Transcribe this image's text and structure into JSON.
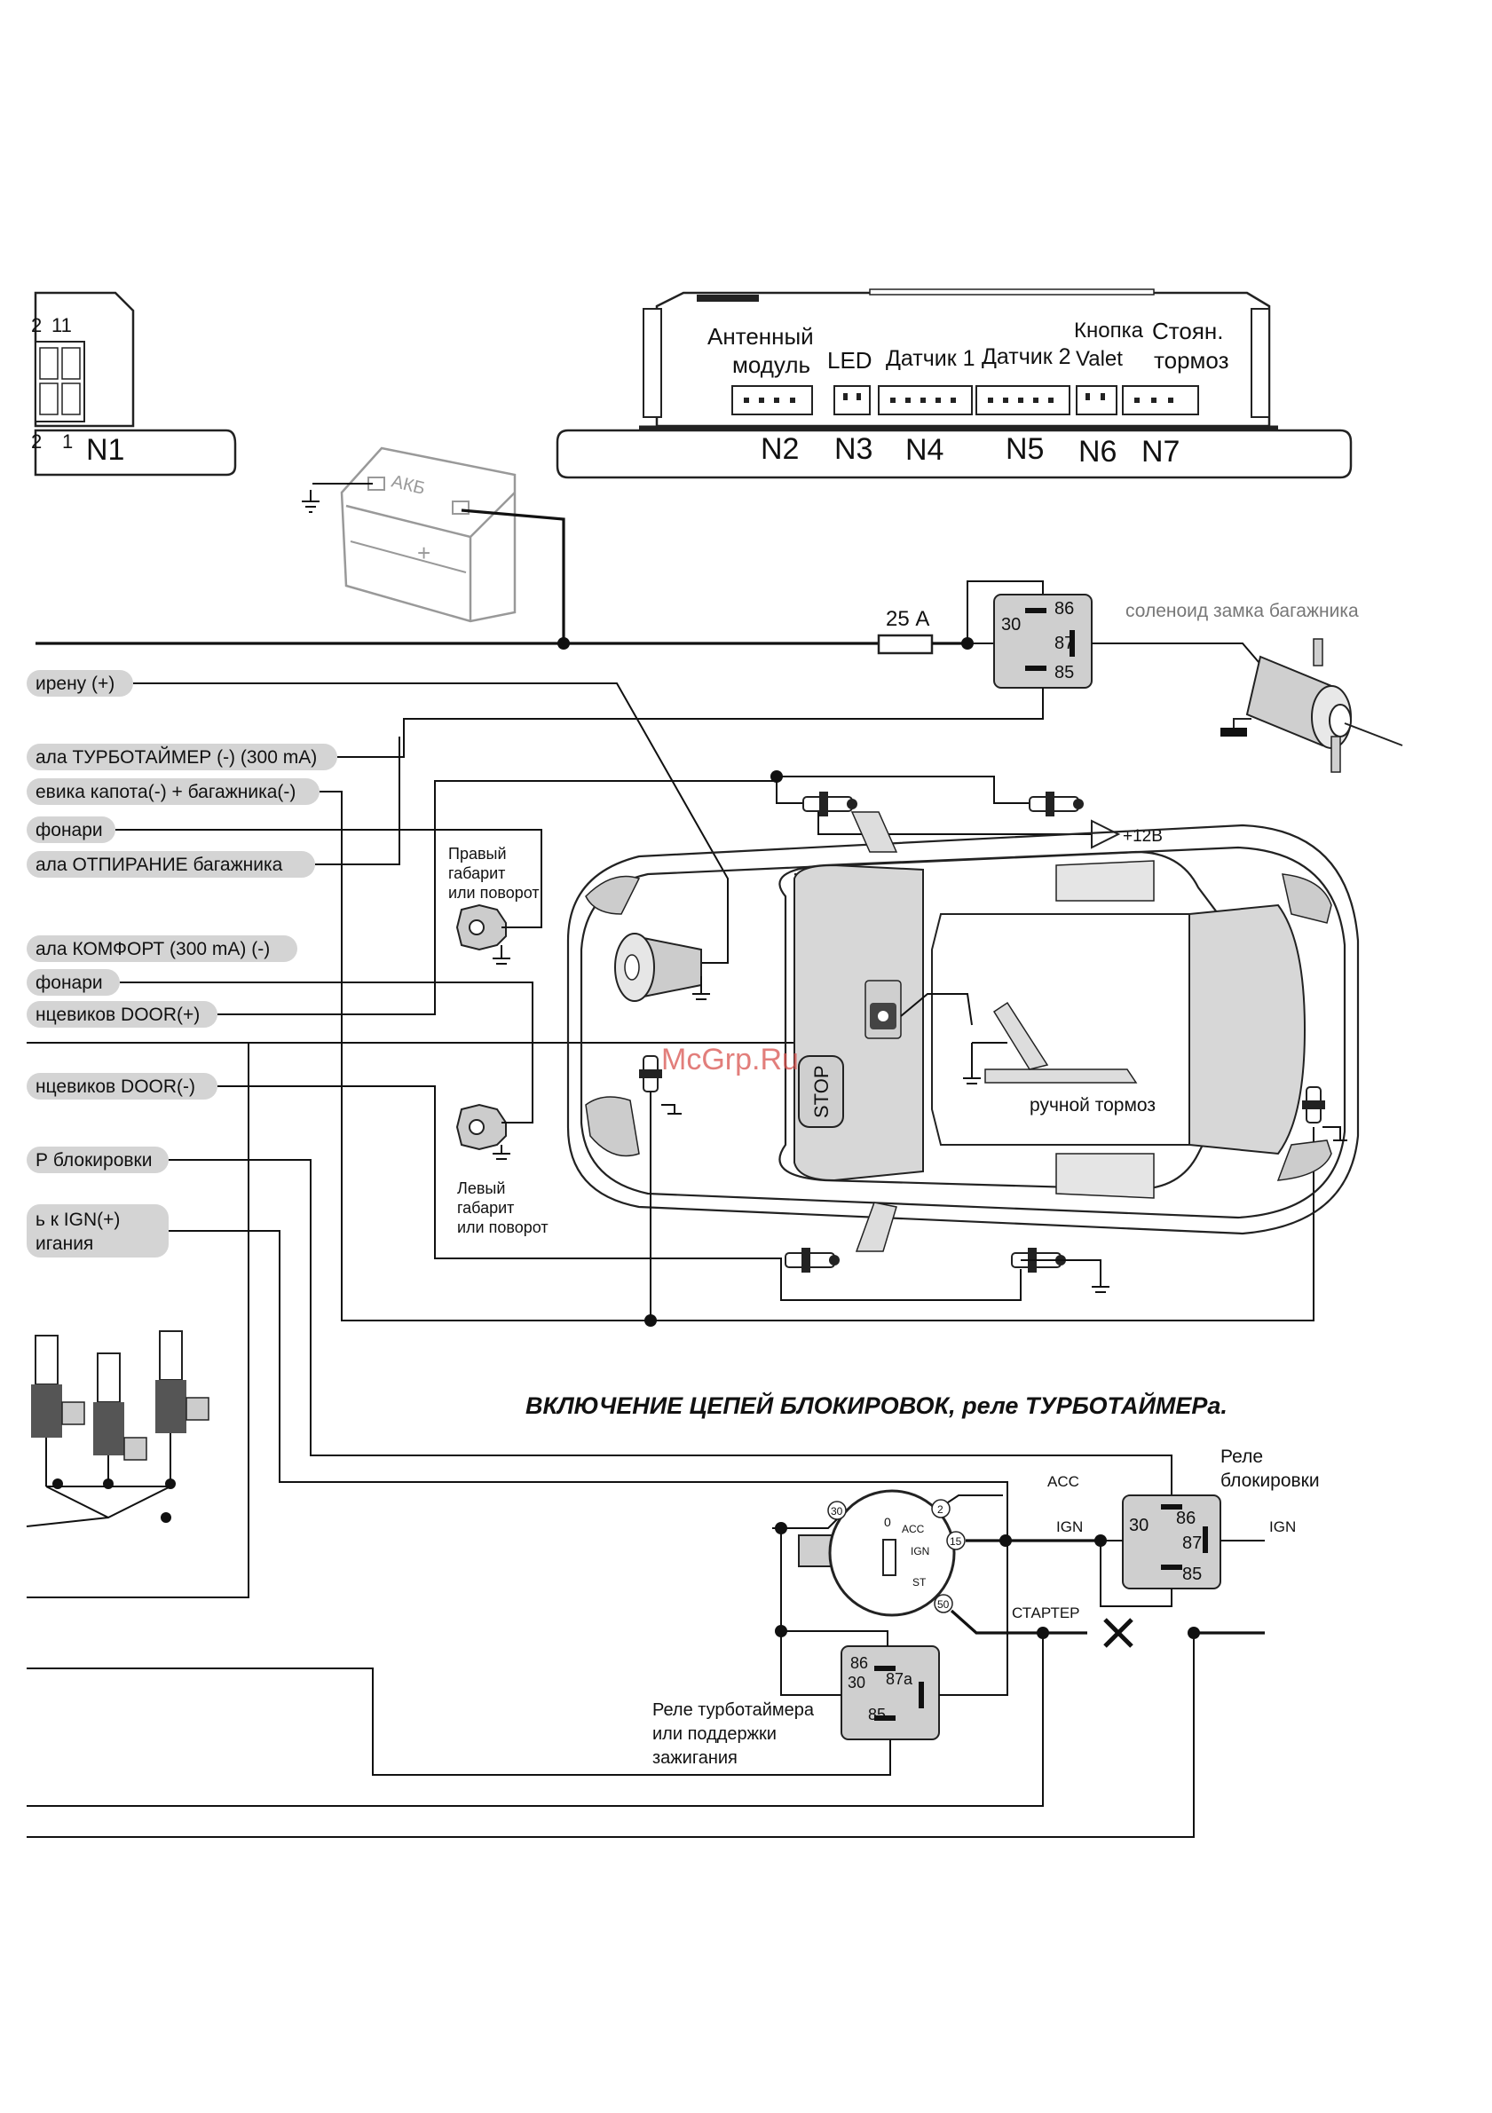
{
  "module_left": {
    "pin_hi_a": "2",
    "pin_hi_b": "11",
    "pin_lo_a": "2",
    "pin_lo_b": "1",
    "connector": "N1"
  },
  "module_right": {
    "labels": {
      "antenna": "Антенный",
      "antenna2": "модуль",
      "led": "LED",
      "sensor1": "Датчик 1",
      "sensor2": "Датчик 2",
      "valet1": "Кнопка",
      "valet2": "Valet",
      "brake1": "Стоян.",
      "brake2": "тормоз"
    },
    "connectors": [
      "N2",
      "N3",
      "N4",
      "N5",
      "N6",
      "N7"
    ]
  },
  "battery": {
    "label": "АКБ"
  },
  "fuse": {
    "label": "25 А"
  },
  "trunk_relay": {
    "p86": "86",
    "p30": "30",
    "p87": "87",
    "p85": "85"
  },
  "solenoid": {
    "label": "соленоид замка багажника"
  },
  "wire_labels": [
    "ирену (+)",
    "ала ТУРБОТАЙМЕР (-) (300 mA)",
    "евика капота(-) + багажника(-)",
    "фонари",
    "ала ОТПИРАНИЕ багажника",
    "ала КОМФОРТ (300 mA) (-)",
    "фонари",
    "нцевиков DOOR(+)",
    "нцевиков DOOR(-)",
    "Р блокировки",
    "ь к IGN(+)",
    "игания"
  ],
  "car": {
    "right_lamp": [
      "Правый",
      "габарит",
      "или поворот"
    ],
    "left_lamp": [
      "Левый",
      "габарит",
      "или поворот"
    ],
    "plus12": "+12В",
    "hand_brake": "ручной тормоз",
    "stop": "STOP",
    "watermark": "McGrp.Ru"
  },
  "section_title": "ВКЛЮЧЕНИЕ ЦЕПЕЙ БЛОКИРОВОК,  реле ТУРБОТАЙМЕРа.",
  "lock_relay": {
    "title1": "Реле",
    "title2": "блокировки",
    "p86": "86",
    "p30": "30",
    "p87": "87",
    "p85": "85",
    "acc": "ACC",
    "ign_in": "IGN",
    "ign_out": "IGN"
  },
  "ignition_switch": {
    "p30": "30",
    "p2": "2",
    "p15": "15",
    "p50": "50",
    "pos0": "0",
    "acc": "ACC",
    "ign": "IGN",
    "st": "ST",
    "starter": "СТАРТЕР"
  },
  "turbo_relay": {
    "p86": "86",
    "p30": "30",
    "p87a": "87a",
    "p85": "85",
    "title1": "Реле турботаймера",
    "title2": "или поддержки",
    "title3": "зажигания"
  }
}
